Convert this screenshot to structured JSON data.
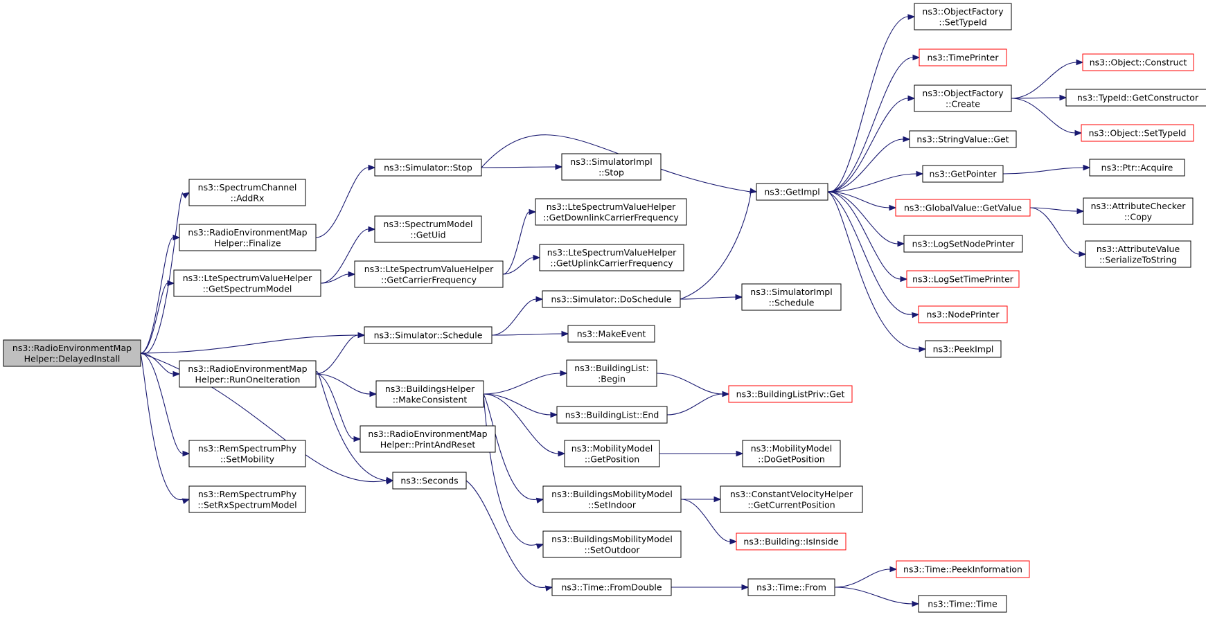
{
  "graph": {
    "edge_color": "#191970",
    "nodes": [
      {
        "id": "n0",
        "lines": [
          "ns3::RadioEnvironmentMap",
          "Helper::DelayedInstall"
        ],
        "style": "root"
      },
      {
        "id": "n1",
        "lines": [
          "ns3::SpectrumChannel",
          "::AddRx"
        ],
        "style": "normal"
      },
      {
        "id": "n2",
        "lines": [
          "ns3::RadioEnvironmentMap",
          "Helper::Finalize"
        ],
        "style": "normal"
      },
      {
        "id": "n3",
        "lines": [
          "ns3::LteSpectrumValueHelper",
          "::GetSpectrumModel"
        ],
        "style": "normal"
      },
      {
        "id": "n4",
        "lines": [
          "ns3::RadioEnvironmentMap",
          "Helper::RunOneIteration"
        ],
        "style": "normal"
      },
      {
        "id": "n5",
        "lines": [
          "ns3::RemSpectrumPhy",
          "::SetMobility"
        ],
        "style": "normal"
      },
      {
        "id": "n6",
        "lines": [
          "ns3::RemSpectrumPhy",
          "::SetRxSpectrumModel"
        ],
        "style": "normal"
      },
      {
        "id": "n7",
        "lines": [
          "ns3::Simulator::Stop"
        ],
        "style": "normal"
      },
      {
        "id": "n8",
        "lines": [
          "ns3::SpectrumModel",
          "::GetUid"
        ],
        "style": "normal"
      },
      {
        "id": "n9",
        "lines": [
          "ns3::LteSpectrumValueHelper",
          "::GetCarrierFrequency"
        ],
        "style": "normal"
      },
      {
        "id": "n10",
        "lines": [
          "ns3::Simulator::Schedule"
        ],
        "style": "normal"
      },
      {
        "id": "n11",
        "lines": [
          "ns3::BuildingsHelper",
          "::MakeConsistent"
        ],
        "style": "normal"
      },
      {
        "id": "n12",
        "lines": [
          "ns3::RadioEnvironmentMap",
          "Helper::PrintAndReset"
        ],
        "style": "normal"
      },
      {
        "id": "n13",
        "lines": [
          "ns3::Seconds"
        ],
        "style": "normal"
      },
      {
        "id": "n14",
        "lines": [
          "ns3::SimulatorImpl",
          "::Stop"
        ],
        "style": "normal"
      },
      {
        "id": "n15",
        "lines": [
          "ns3::LteSpectrumValueHelper",
          "::GetDownlinkCarrierFrequency"
        ],
        "style": "normal"
      },
      {
        "id": "n16",
        "lines": [
          "ns3::LteSpectrumValueHelper",
          "::GetUplinkCarrierFrequency"
        ],
        "style": "normal"
      },
      {
        "id": "n17",
        "lines": [
          "ns3::Simulator::DoSchedule"
        ],
        "style": "normal"
      },
      {
        "id": "n18",
        "lines": [
          "ns3::MakeEvent"
        ],
        "style": "normal"
      },
      {
        "id": "n19",
        "lines": [
          "ns3::BuildingList:",
          ":Begin"
        ],
        "style": "normal"
      },
      {
        "id": "n20",
        "lines": [
          "ns3::BuildingList::End"
        ],
        "style": "normal"
      },
      {
        "id": "n21",
        "lines": [
          "ns3::MobilityModel",
          "::GetPosition"
        ],
        "style": "normal"
      },
      {
        "id": "n22",
        "lines": [
          "ns3::BuildingsMobilityModel",
          "::SetIndoor"
        ],
        "style": "normal"
      },
      {
        "id": "n23",
        "lines": [
          "ns3::BuildingsMobilityModel",
          "::SetOutdoor"
        ],
        "style": "normal"
      },
      {
        "id": "n24",
        "lines": [
          "ns3::Time::FromDouble"
        ],
        "style": "normal"
      },
      {
        "id": "n25",
        "lines": [
          "ns3::GetImpl"
        ],
        "style": "normal"
      },
      {
        "id": "n26",
        "lines": [
          "ns3::SimulatorImpl",
          "::Schedule"
        ],
        "style": "normal"
      },
      {
        "id": "n27",
        "lines": [
          "ns3::BuildingListPriv::Get"
        ],
        "style": "red"
      },
      {
        "id": "n28",
        "lines": [
          "ns3::MobilityModel",
          "::DoGetPosition"
        ],
        "style": "normal"
      },
      {
        "id": "n29",
        "lines": [
          "ns3::ConstantVelocityHelper",
          "::GetCurrentPosition"
        ],
        "style": "normal"
      },
      {
        "id": "n30",
        "lines": [
          "ns3::Building::IsInside"
        ],
        "style": "red"
      },
      {
        "id": "n31",
        "lines": [
          "ns3::Time::From"
        ],
        "style": "normal"
      },
      {
        "id": "n32",
        "lines": [
          "ns3::ObjectFactory",
          "::SetTypeId"
        ],
        "style": "normal"
      },
      {
        "id": "n33",
        "lines": [
          "ns3::TimePrinter"
        ],
        "style": "red"
      },
      {
        "id": "n34",
        "lines": [
          "ns3::ObjectFactory",
          "::Create"
        ],
        "style": "normal"
      },
      {
        "id": "n35",
        "lines": [
          "ns3::StringValue::Get"
        ],
        "style": "normal"
      },
      {
        "id": "n36",
        "lines": [
          "ns3::GetPointer"
        ],
        "style": "normal"
      },
      {
        "id": "n37",
        "lines": [
          "ns3::GlobalValue::GetValue"
        ],
        "style": "red"
      },
      {
        "id": "n38",
        "lines": [
          "ns3::LogSetNodePrinter"
        ],
        "style": "normal"
      },
      {
        "id": "n39",
        "lines": [
          "ns3::LogSetTimePrinter"
        ],
        "style": "red"
      },
      {
        "id": "n40",
        "lines": [
          "ns3::NodePrinter"
        ],
        "style": "red"
      },
      {
        "id": "n41",
        "lines": [
          "ns3::PeekImpl"
        ],
        "style": "normal"
      },
      {
        "id": "n42",
        "lines": [
          "ns3::Time::PeekInformation"
        ],
        "style": "red"
      },
      {
        "id": "n43",
        "lines": [
          "ns3::Time::Time"
        ],
        "style": "normal"
      },
      {
        "id": "n44",
        "lines": [
          "ns3::Object::Construct"
        ],
        "style": "red"
      },
      {
        "id": "n45",
        "lines": [
          "ns3::TypeId::GetConstructor"
        ],
        "style": "normal"
      },
      {
        "id": "n46",
        "lines": [
          "ns3::Object::SetTypeId"
        ],
        "style": "red"
      },
      {
        "id": "n47",
        "lines": [
          "ns3::Ptr::Acquire"
        ],
        "style": "normal"
      },
      {
        "id": "n48",
        "lines": [
          "ns3::AttributeChecker",
          "::Copy"
        ],
        "style": "normal"
      },
      {
        "id": "n49",
        "lines": [
          "ns3::AttributeValue",
          "::SerializeToString"
        ],
        "style": "normal"
      }
    ],
    "edges": [
      {
        "from": "n0",
        "to": "n1"
      },
      {
        "from": "n0",
        "to": "n2"
      },
      {
        "from": "n0",
        "to": "n3"
      },
      {
        "from": "n0",
        "to": "n10"
      },
      {
        "from": "n0",
        "to": "n4"
      },
      {
        "from": "n0",
        "to": "n13"
      },
      {
        "from": "n0",
        "to": "n5"
      },
      {
        "from": "n0",
        "to": "n6"
      },
      {
        "from": "n2",
        "to": "n7"
      },
      {
        "from": "n3",
        "to": "n8"
      },
      {
        "from": "n3",
        "to": "n9"
      },
      {
        "from": "n4",
        "to": "n10"
      },
      {
        "from": "n4",
        "to": "n11"
      },
      {
        "from": "n4",
        "to": "n12"
      },
      {
        "from": "n4",
        "to": "n13"
      },
      {
        "from": "n7",
        "to": "n25"
      },
      {
        "from": "n7",
        "to": "n14"
      },
      {
        "from": "n9",
        "to": "n15"
      },
      {
        "from": "n9",
        "to": "n16"
      },
      {
        "from": "n10",
        "to": "n17"
      },
      {
        "from": "n10",
        "to": "n18"
      },
      {
        "from": "n11",
        "to": "n19"
      },
      {
        "from": "n11",
        "to": "n20"
      },
      {
        "from": "n11",
        "to": "n21"
      },
      {
        "from": "n11",
        "to": "n22"
      },
      {
        "from": "n11",
        "to": "n23"
      },
      {
        "from": "n13",
        "to": "n24"
      },
      {
        "from": "n17",
        "to": "n25"
      },
      {
        "from": "n17",
        "to": "n26"
      },
      {
        "from": "n19",
        "to": "n27"
      },
      {
        "from": "n20",
        "to": "n27"
      },
      {
        "from": "n21",
        "to": "n28"
      },
      {
        "from": "n22",
        "to": "n29"
      },
      {
        "from": "n22",
        "to": "n30"
      },
      {
        "from": "n24",
        "to": "n31"
      },
      {
        "from": "n25",
        "to": "n32"
      },
      {
        "from": "n25",
        "to": "n33"
      },
      {
        "from": "n25",
        "to": "n34"
      },
      {
        "from": "n25",
        "to": "n35"
      },
      {
        "from": "n25",
        "to": "n36"
      },
      {
        "from": "n25",
        "to": "n37"
      },
      {
        "from": "n25",
        "to": "n38"
      },
      {
        "from": "n25",
        "to": "n39"
      },
      {
        "from": "n25",
        "to": "n40"
      },
      {
        "from": "n25",
        "to": "n41"
      },
      {
        "from": "n31",
        "to": "n42"
      },
      {
        "from": "n31",
        "to": "n43"
      },
      {
        "from": "n34",
        "to": "n44"
      },
      {
        "from": "n34",
        "to": "n45"
      },
      {
        "from": "n34",
        "to": "n46"
      },
      {
        "from": "n36",
        "to": "n47"
      },
      {
        "from": "n37",
        "to": "n48"
      },
      {
        "from": "n37",
        "to": "n49"
      }
    ]
  }
}
